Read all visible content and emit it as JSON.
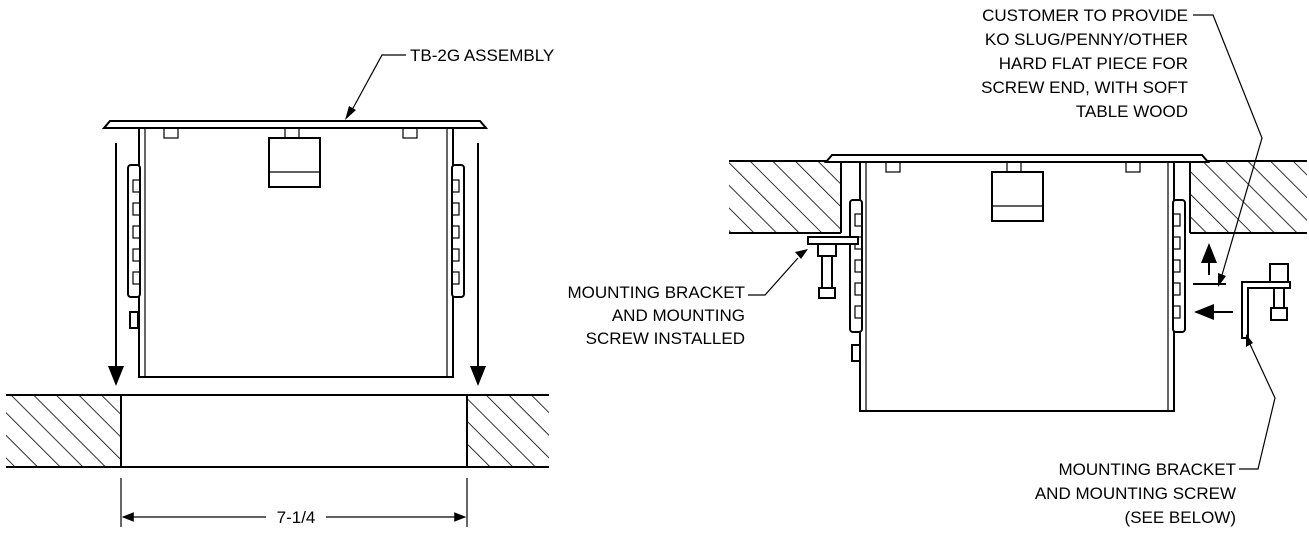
{
  "labels": {
    "assembly": "TB-2G ASSEMBLY",
    "dimension": "7-1/4",
    "customer": [
      "CUSTOMER TO PROVIDE",
      "KO SLUG/PENNY/OTHER",
      "HARD FLAT PIECE FOR",
      "SCREW END, WITH SOFT",
      "TABLE WOOD"
    ],
    "installed": [
      "MOUNTING BRACKET",
      "AND MOUNTING",
      "SCREW INSTALLED"
    ],
    "see_below": [
      "MOUNTING BRACKET",
      "AND MOUNTING SCREW",
      "(SEE BELOW)"
    ]
  }
}
